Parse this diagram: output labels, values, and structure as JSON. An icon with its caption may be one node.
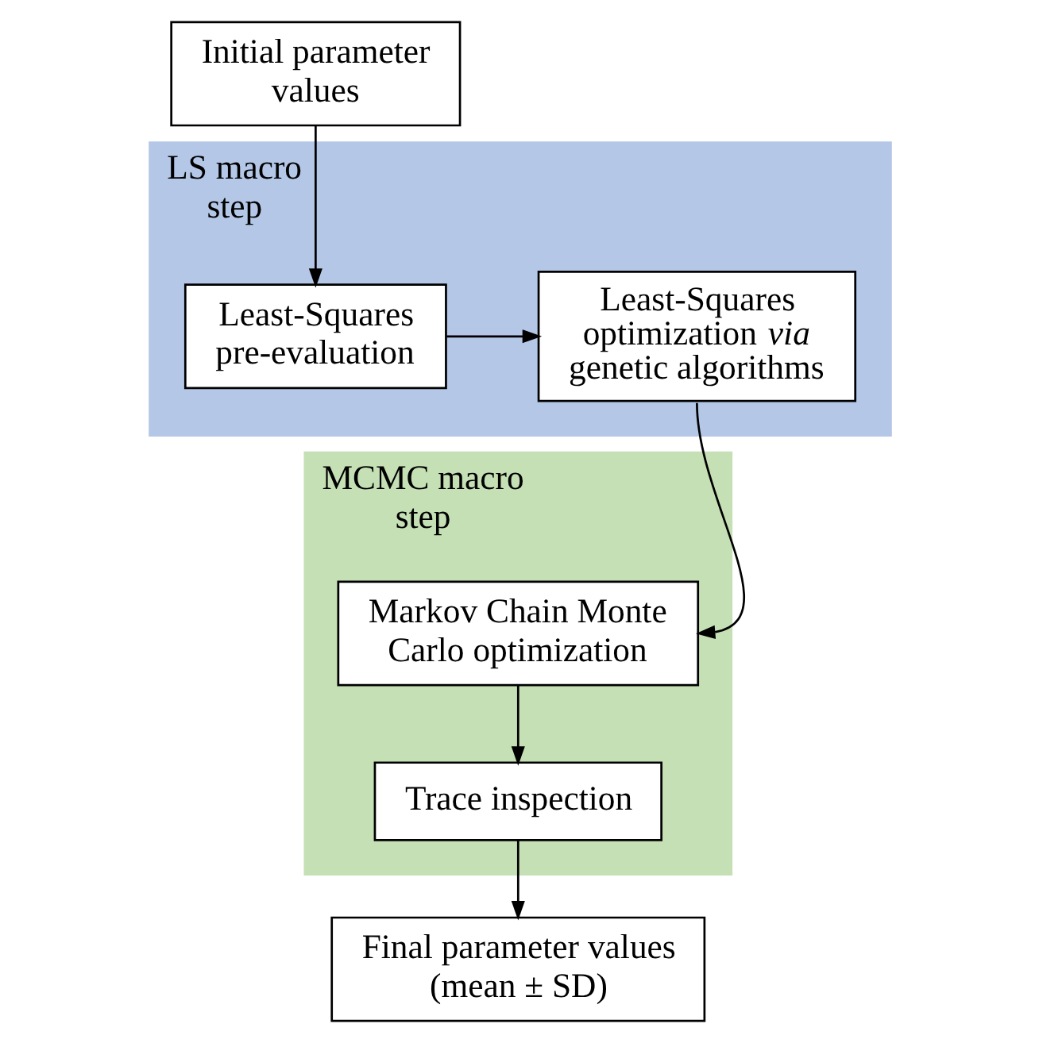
{
  "diagram": {
    "nodes": [
      {
        "text": [
          "Initial parameter values"
        ]
      },
      {
        "text": [
          "LS macro step"
        ]
      },
      {
        "text": [
          "Least-Squares pre-evaluation"
        ],
        "in": 1
      },
      {
        "text": [
          "Least-Squares optimization *via* genetic algorithms"
        ],
        "in": 1
      },
      {
        "text": [
          "MCMC macro step"
        ]
      },
      {
        "text": [
          "Markov Chain Monte Carlo optimization"
        ],
        "in": 4
      },
      {
        "text": [
          "Trace inspection"
        ],
        "in": 4
      },
      {
        "text": [
          "Final parameter values (mean ± SD)"
        ]
      }
    ],
    "edges": [
      {
        "from": 0,
        "to": 2,
        "arrow": "to"
      },
      {
        "from": 2,
        "to": 3,
        "arrow": "to"
      },
      {
        "from": 3,
        "to": 5,
        "arrow": "to"
      },
      {
        "from": 5,
        "to": 6,
        "arrow": "to"
      },
      {
        "from": 6,
        "to": 7,
        "arrow": "to"
      }
    ]
  }
}
